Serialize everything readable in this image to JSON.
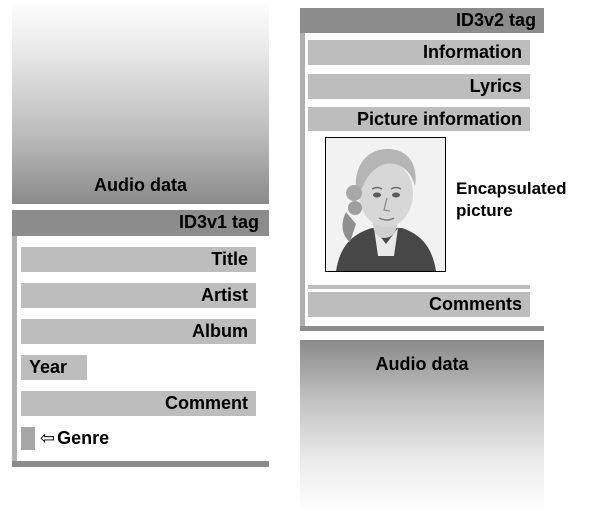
{
  "left": {
    "audio_label": "Audio data",
    "id3v1": {
      "title": "ID3v1 tag",
      "fields": [
        "Title",
        "Artist",
        "Album",
        "Year",
        "Comment"
      ],
      "genre": "Genre"
    }
  },
  "right": {
    "id3v2": {
      "title": "ID3v2 tag",
      "frames": [
        "Information",
        "Lyrics",
        "Picture information",
        "Comments"
      ],
      "picture_label_line1": "Encapsulated",
      "picture_label_line2": "picture"
    },
    "audio_label": "Audio data"
  },
  "icons": {
    "genre_arrow": "arrow-left-icon"
  }
}
